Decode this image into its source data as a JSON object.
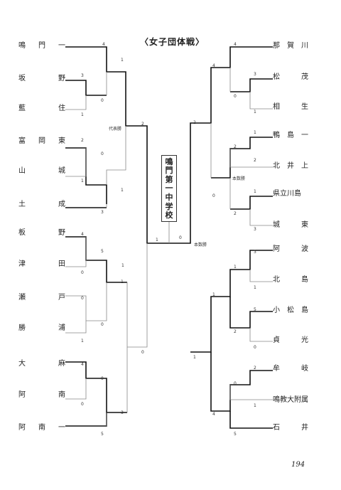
{
  "title": "〈女子団体戦〉",
  "winner": [
    "鳴",
    "門",
    "第",
    "一",
    "中",
    "学",
    "校"
  ],
  "page_number": "194",
  "left_teams": [
    {
      "name": "鳴門一"
    },
    {
      "name": "坂野"
    },
    {
      "name": "藍住"
    },
    {
      "name": "富岡東"
    },
    {
      "name": "山城"
    },
    {
      "name": "土成"
    },
    {
      "name": "板野"
    },
    {
      "name": "津田"
    },
    {
      "name": "瀬戸"
    },
    {
      "name": "勝浦"
    },
    {
      "name": "大麻"
    },
    {
      "name": "阿南"
    },
    {
      "name": "阿南一"
    }
  ],
  "right_teams": [
    {
      "name": "那賀川"
    },
    {
      "name": "松茂"
    },
    {
      "name": "相生"
    },
    {
      "name": "鴨島一"
    },
    {
      "name": "北井上"
    },
    {
      "name": "県立川島"
    },
    {
      "name": "城東"
    },
    {
      "name": "阿波"
    },
    {
      "name": "北島"
    },
    {
      "name": "小松島"
    },
    {
      "name": "貞光"
    },
    {
      "name": "牟岐"
    },
    {
      "name": "鳴教大附属"
    },
    {
      "name": "石井"
    }
  ],
  "notes": {
    "left_round": "代表勝",
    "right_a": "本数勝",
    "right_b": "本数勝"
  },
  "scores": {
    "l1": "4",
    "l2": "3",
    "l3": "0",
    "l4": "1",
    "l5": "1",
    "l6": "2",
    "l7": "0",
    "l8": "1",
    "l9": "1",
    "l10": "3",
    "l11": "2",
    "l12": "4",
    "l13": "0",
    "l14": "5",
    "l15": "1",
    "l16": "0",
    "l17": "0",
    "l18": "1",
    "l19": "4",
    "l20": "0",
    "l21": "0",
    "l22": "3",
    "l23": "5",
    "l24": "0",
    "l25": "1",
    "c1": "1",
    "c2": "0",
    "r1": "4",
    "r2": "3",
    "r3": "0",
    "r4": "1",
    "r5": "4",
    "r6": "2",
    "r7": "1",
    "r8": "2",
    "r9": "1",
    "r10": "2",
    "r11": "3",
    "r12": "2",
    "r13": "0",
    "r14": "3",
    "r15": "1",
    "r16": "1",
    "r17": "5",
    "r18": "0",
    "r19": "2",
    "r20": "1",
    "r21": "2",
    "r22": "0",
    "r23": "1",
    "r24": "4",
    "r25": "5",
    "r26": "1"
  }
}
